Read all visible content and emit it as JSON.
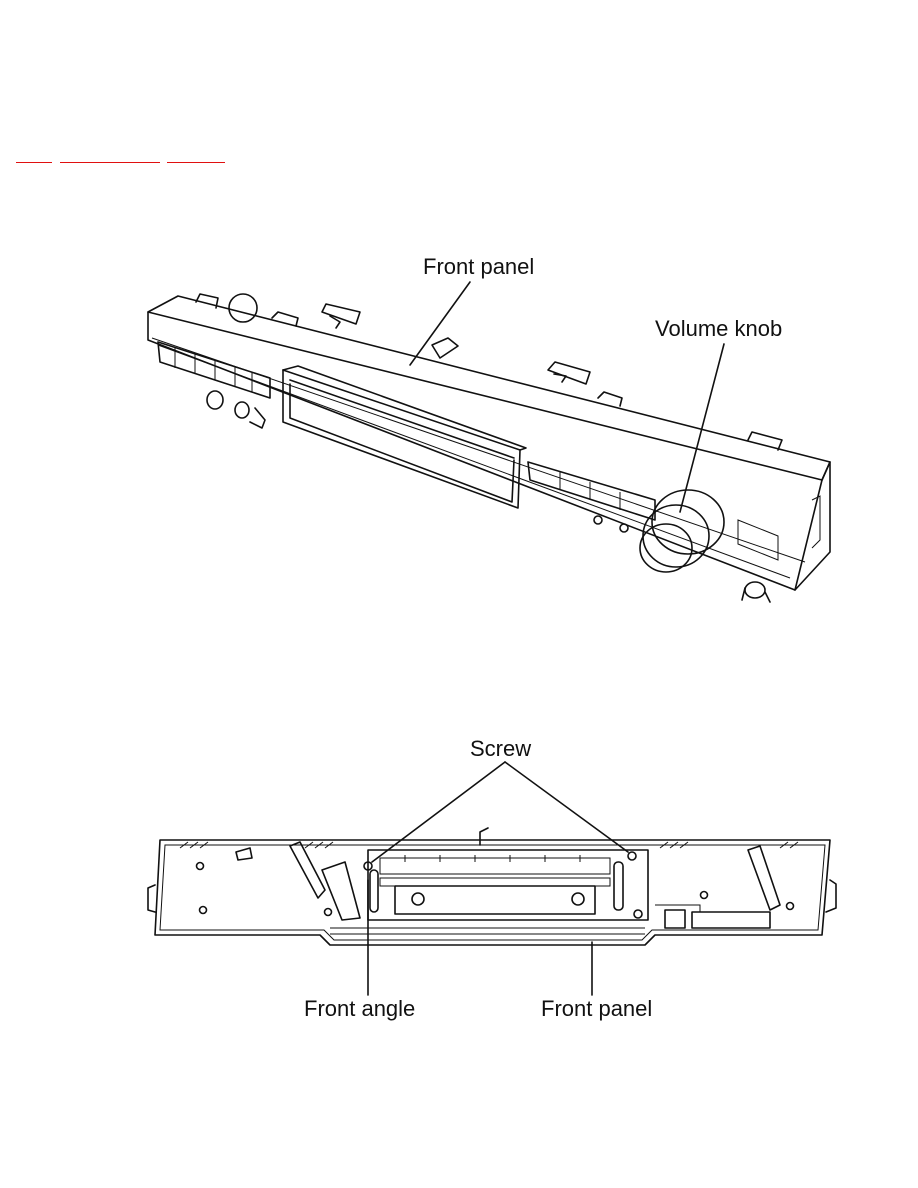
{
  "nav_links": [
    "",
    "",
    ""
  ],
  "figure1": {
    "labels": {
      "front_panel": "Front panel",
      "volume_knob": "Volume knob"
    }
  },
  "figure2": {
    "labels": {
      "screw": "Screw",
      "front_angle": "Front angle",
      "front_panel": "Front panel"
    }
  }
}
